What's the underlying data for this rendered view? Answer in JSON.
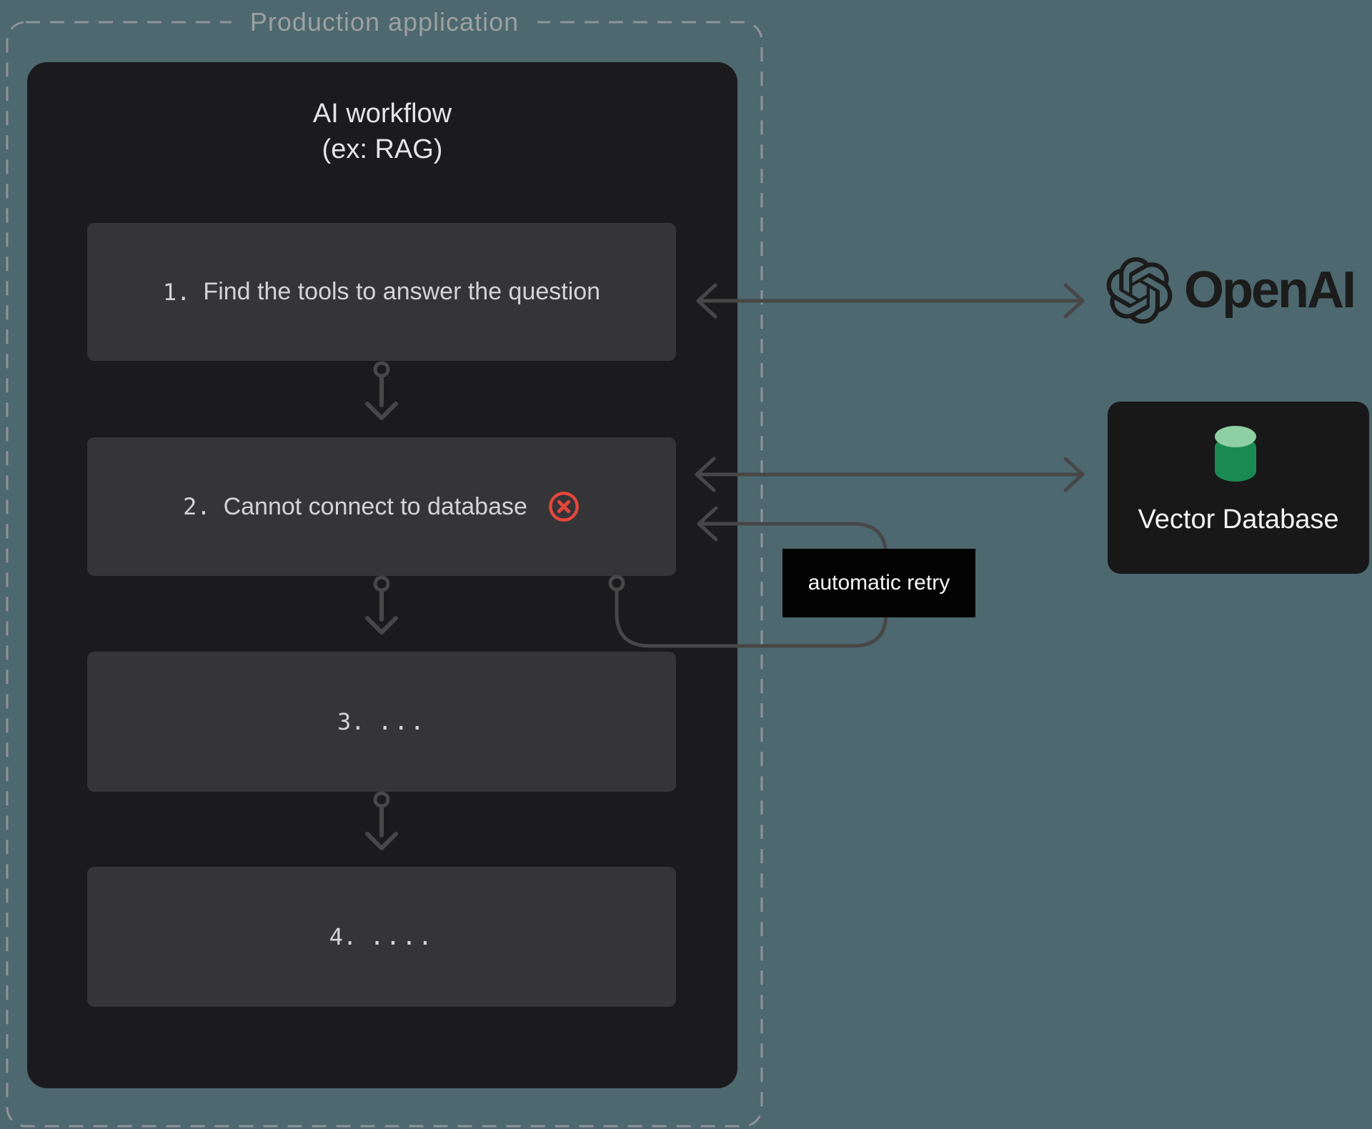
{
  "production_container": {
    "label": "Production application"
  },
  "workflow_panel": {
    "title_line1": "AI workflow",
    "title_line2": "(ex: RAG)",
    "steps": [
      {
        "number": "1.",
        "text": "Find the tools to answer the question",
        "status": "ok"
      },
      {
        "number": "2.",
        "text": "Cannot connect to database",
        "status": "error"
      },
      {
        "number": "3.",
        "text": "...",
        "status": "pending"
      },
      {
        "number": "4.",
        "text": "....",
        "status": "pending"
      }
    ]
  },
  "retry": {
    "label": "automatic retry"
  },
  "services": {
    "openai": {
      "name": "OpenAI"
    },
    "vector_database": {
      "name": "Vector Database"
    }
  },
  "icons": {
    "openai_logo": "openai-flower-logo",
    "database": "database-cylinder-icon",
    "error": "error-cross-icon",
    "connector": "down-arrow-connector"
  },
  "colors": {
    "background": "#4d686e",
    "panel": "#1b1b1d",
    "step_box": "#353537",
    "arrow_gray": "#474747",
    "dashed_border": "#8d9598",
    "error_red": "#e8463a",
    "database_green_top": "#8ed0a3",
    "database_green_body": "#1a8a52",
    "retry_label_bg": "#030303",
    "text_light": "#d4d4d6"
  }
}
